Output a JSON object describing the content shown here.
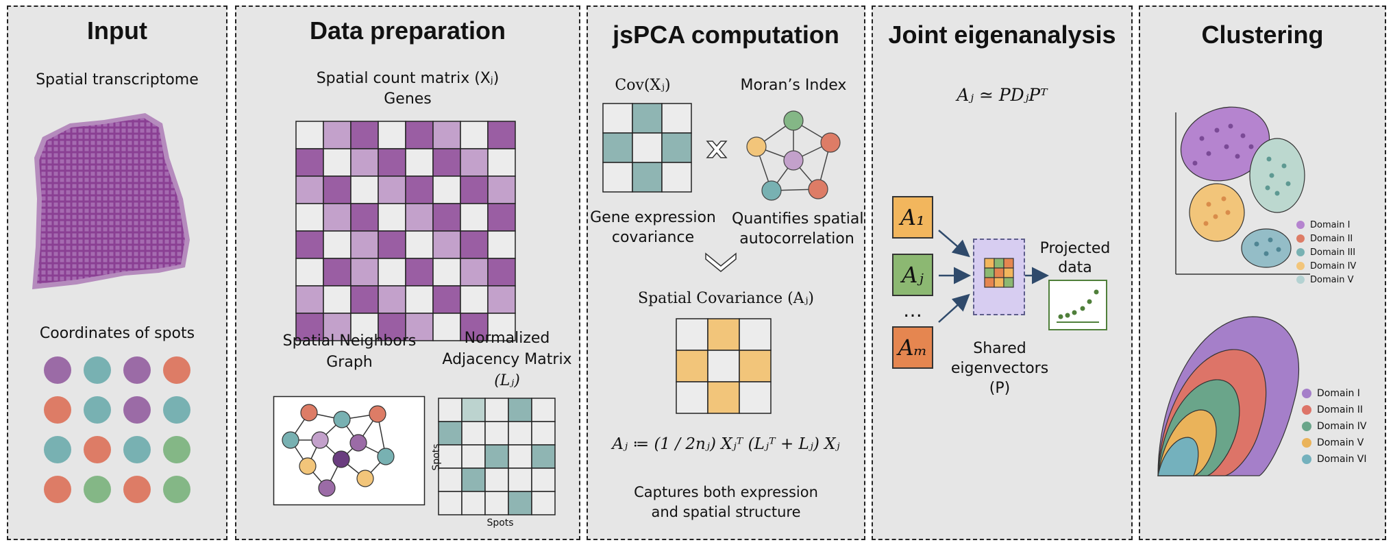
{
  "panels": {
    "input": {
      "title": "Input",
      "spatial_label": "Spatial transcriptome",
      "coords_label": "Coordinates of spots"
    },
    "prep": {
      "title": "Data preparation",
      "matrix_label": "Spatial count matrix (Xⱼ)",
      "genes_label": "Genes",
      "neighbors_label_1": "Spatial Neighbors",
      "neighbors_label_2": "Graph",
      "adj_label_1": "Normalized",
      "adj_label_2": "Adjacency Matrix",
      "adj_label_3": "(Lⱼ)",
      "axis_spots_x": "Spots",
      "axis_spots_y": "Spots"
    },
    "jspca": {
      "title": "jsPCA computation",
      "cov_label": "Cov(Xⱼ)",
      "moran_label": "Moran’s Index",
      "gene_expr_1": "Gene expression",
      "gene_expr_2": "covariance",
      "quant_1": "Quantifies spatial",
      "quant_2": "autocorrelation",
      "spatial_cov_label": "Spatial Covariance  (Aⱼ)",
      "formula": "Aⱼ ≔ (1 / 2nⱼ) Xⱼᵀ (Lⱼᵀ + Lⱼ) Xⱼ",
      "captures_1": "Captures both expression",
      "captures_2": "and spatial structure"
    },
    "joint": {
      "title": "Joint eigenanalysis",
      "formula": "Aⱼ ≃ PDⱼPᵀ",
      "box_1": "A₁",
      "box_j": "Aⱼ",
      "box_m": "Aₘ",
      "dots": "…",
      "shared_1": "Shared",
      "shared_2": "eigenvectors",
      "shared_3": "(P)",
      "projected_1": "Projected",
      "projected_2": "data"
    },
    "clustering": {
      "title": "Clustering",
      "legend_top": [
        "Domain I",
        "Domain II",
        "Domain III",
        "Domain IV",
        "Domain V"
      ],
      "legend_bottom": [
        "Domain I",
        "Domain II",
        "Domain IV",
        "Domain V",
        "Domain VI"
      ]
    }
  },
  "colors": {
    "purple": "#9b6ba6",
    "teal": "#78b1b2",
    "salmon": "#dd7c66",
    "green": "#84b786",
    "yellow": "#f2c57a",
    "dark_purple": "#6a3d7f",
    "matrix_dark": "#9a5ea3",
    "matrix_light": "#c3a1cb",
    "matrix_white": "#ececec",
    "adj_teal": "#8fb5b3",
    "panel_bg": "#e6e6e6"
  },
  "icons": [
    "multiply-icon",
    "chevron-down-icon",
    "arrow-right-icon",
    "matrix-grid-icon",
    "scatter-plot-icon"
  ]
}
